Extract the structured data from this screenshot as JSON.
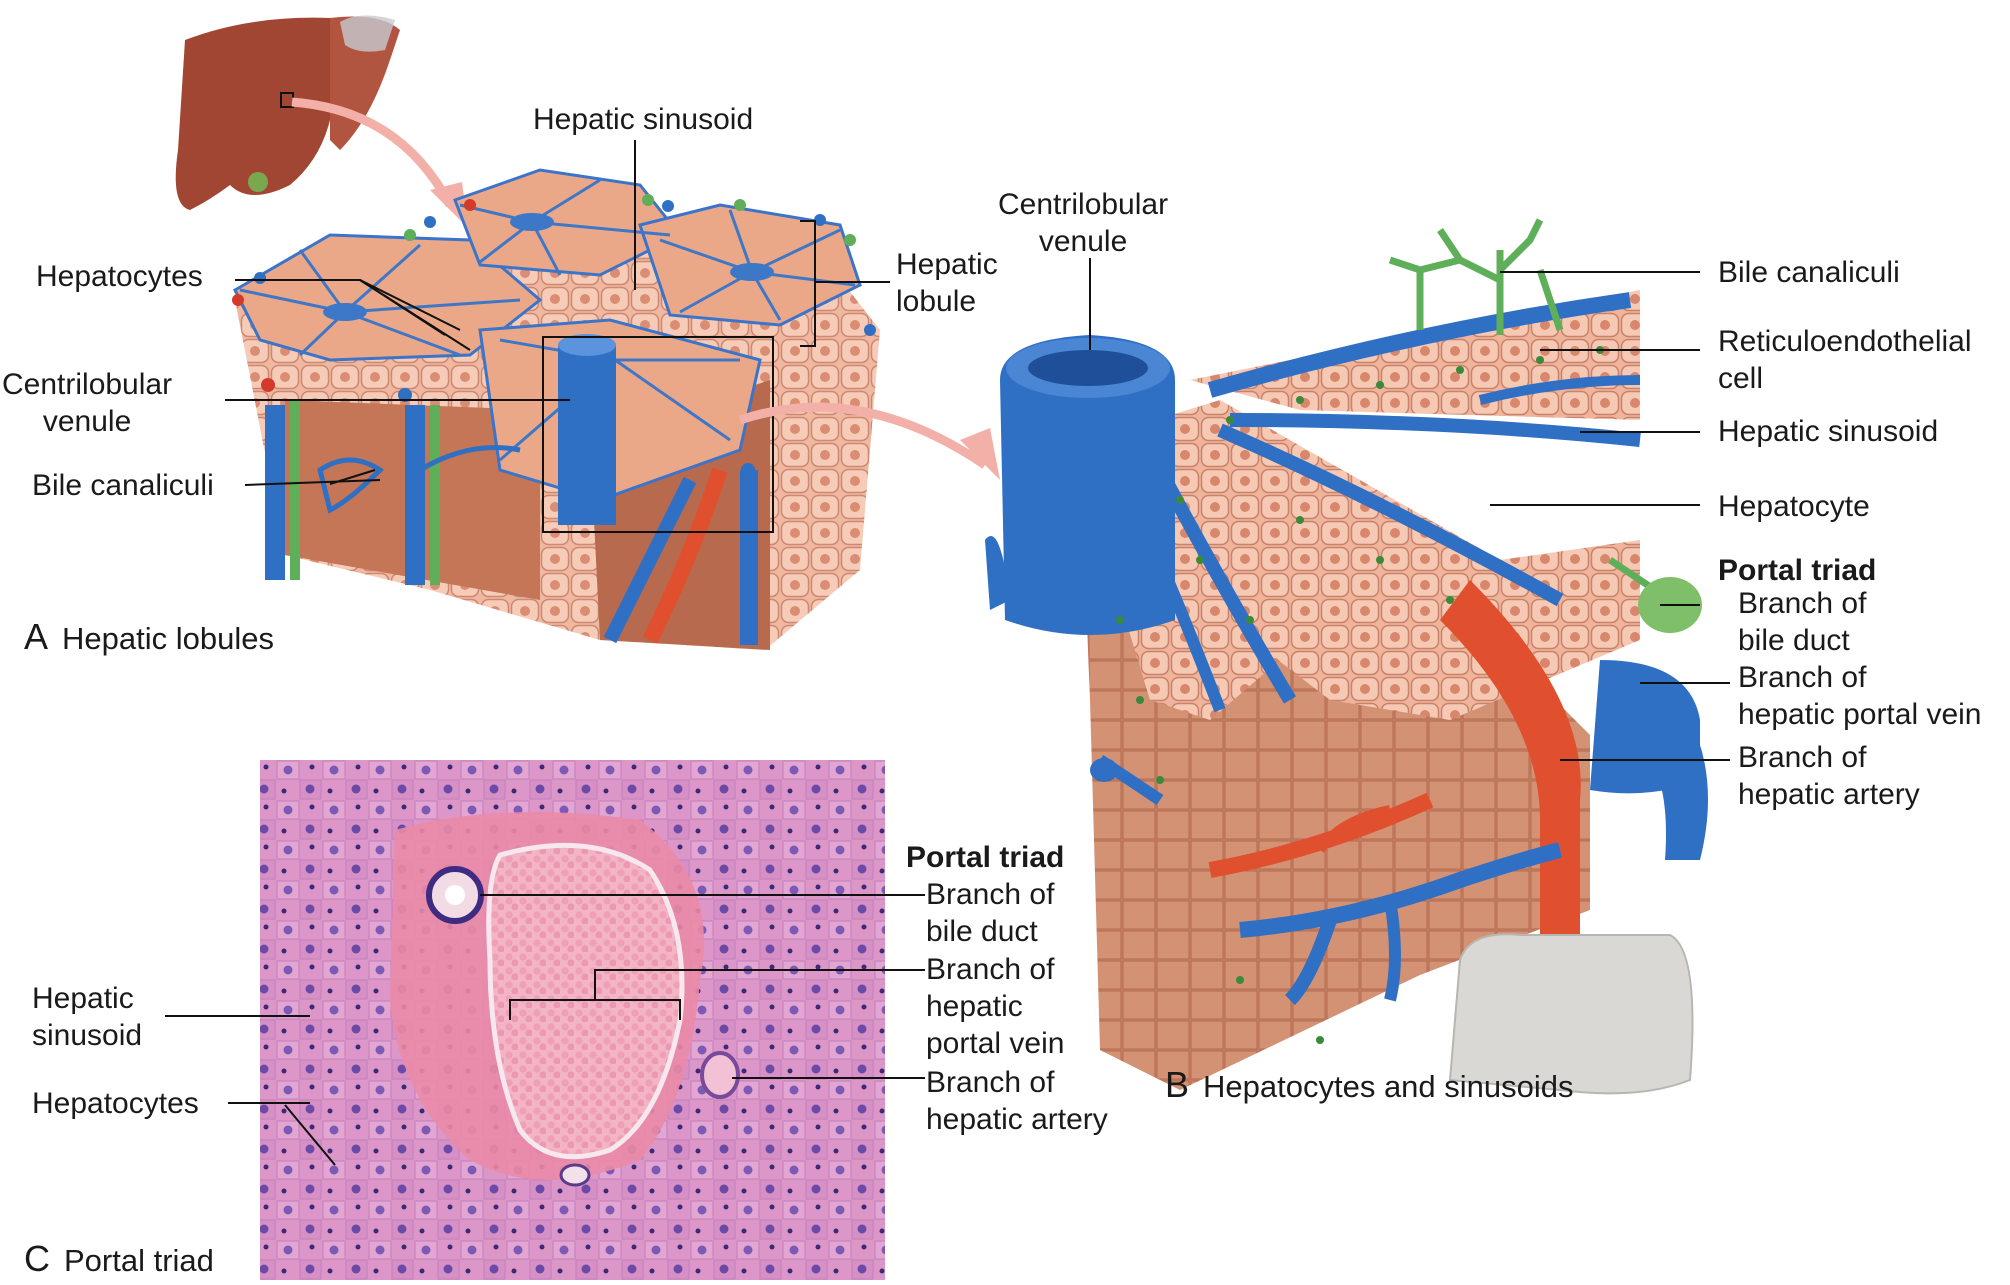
{
  "panel_a": {
    "letter": "A",
    "caption": "Hepatic lobules",
    "labels": {
      "hepatic_sinusoid": "Hepatic sinusoid",
      "hepatocytes": "Hepatocytes",
      "hepatic_lobule_1": "Hepatic",
      "hepatic_lobule_2": "lobule",
      "centrilobular_venule_1": "Centrilobular",
      "centrilobular_venule_2": "venule",
      "bile_canaliculi": "Bile canaliculi"
    }
  },
  "panel_b": {
    "letter": "B",
    "caption": "Hepatocytes and sinusoids",
    "labels": {
      "centrilobular_venule_1": "Centrilobular",
      "centrilobular_venule_2": "venule",
      "bile_canaliculi": "Bile canaliculi",
      "reticuloendothelial_1": "Reticuloendothelial",
      "reticuloendothelial_2": "cell",
      "hepatic_sinusoid": "Hepatic sinusoid",
      "hepatocyte": "Hepatocyte",
      "portal_triad": "Portal triad",
      "bile_duct_1": "Branch of",
      "bile_duct_2": "bile duct",
      "portal_vein_1": "Branch of",
      "portal_vein_2": "hepatic portal vein",
      "artery_1": "Branch of",
      "artery_2": "hepatic artery"
    }
  },
  "panel_c": {
    "letter": "C",
    "caption": "Portal triad",
    "labels": {
      "portal_triad": "Portal triad",
      "bile_duct_1": "Branch of",
      "bile_duct_2": "bile duct",
      "portal_vein_1": "Branch of",
      "portal_vein_2": "hepatic",
      "portal_vein_3": "portal vein",
      "artery_1": "Branch of",
      "artery_2": "hepatic artery",
      "hepatic_sinusoid_1": "Hepatic",
      "hepatic_sinusoid_2": "sinusoid",
      "hepatocytes": "Hepatocytes"
    }
  },
  "colors": {
    "liver": "#a4483a",
    "lobule_tissue": "#e9a88a",
    "vein_blue": "#2f6fc4",
    "vein_blue_dark": "#1f4f98",
    "artery_red": "#e0502e",
    "bile_green": "#5fae5a",
    "cell_pink": "#f2b6a0",
    "histology_pink": "#e69ac4",
    "histology_purple": "#b07ad0",
    "arrow_pink": "#f0a8a0"
  }
}
